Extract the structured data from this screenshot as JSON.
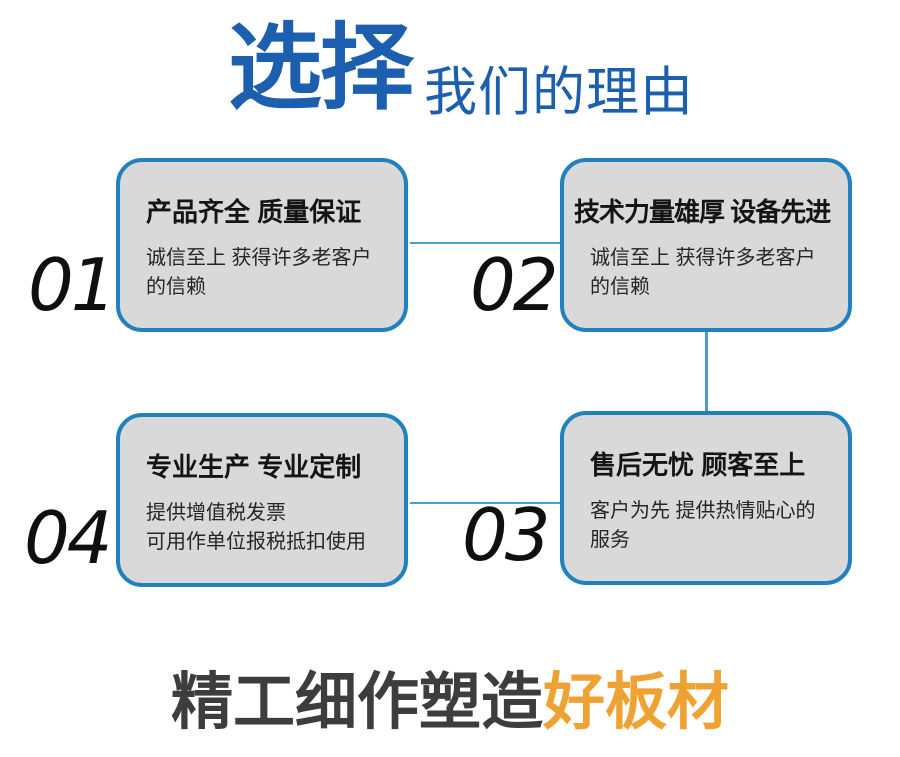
{
  "title": {
    "main": "选择",
    "sub": "我们的理由",
    "color": "#1c5fae"
  },
  "boxes": [
    {
      "number": "01",
      "heading": "产品齐全 质量保证",
      "desc": [
        "诚信至上 获得许多老客户",
        "的信赖"
      ]
    },
    {
      "number": "02",
      "heading": "技术力量雄厚 设备先进",
      "desc": [
        "诚信至上 获得许多老客户",
        "的信赖"
      ]
    },
    {
      "number": "03",
      "heading": "售后无忧 顾客至上",
      "desc": [
        "客户为先 提供热情贴心的",
        "服务"
      ]
    },
    {
      "number": "04",
      "heading": "专业生产 专业定制",
      "desc": [
        "提供增值税发票",
        "可用作单位报税抵扣使用"
      ]
    }
  ],
  "tagline": {
    "prefix": "精工细作塑造",
    "highlight": "好板材",
    "highlight_color": "#efa132"
  },
  "colors": {
    "title_blue": "#1c5fae",
    "box_border_blue": "#2181be",
    "connector_blue": "#4d9ccf",
    "box_fill_gray": "#d9d9d9",
    "tagline_dark": "#3d3d3d",
    "tagline_orange": "#efa132"
  }
}
